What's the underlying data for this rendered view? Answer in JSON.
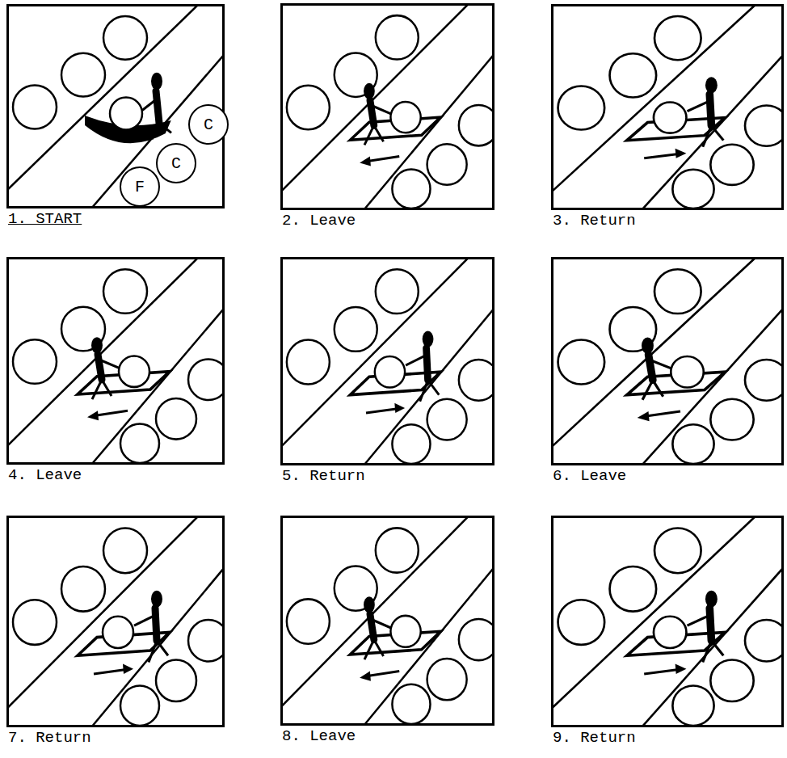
{
  "diagram": {
    "nodes": [
      {
        "text": [
          "1. START"
        ]
      },
      {
        "text": [
          "C"
        ],
        "in": 0
      },
      {
        "text": [
          "C"
        ],
        "in": 0
      },
      {
        "text": [
          "F"
        ],
        "in": 0
      },
      {
        "text": [
          "2. Leave"
        ]
      },
      {
        "text": [
          "3. Return"
        ]
      },
      {
        "text": [
          "4. Leave"
        ]
      },
      {
        "text": [
          "5. Return"
        ]
      },
      {
        "text": [
          "6. Leave"
        ]
      },
      {
        "text": [
          "7. Return"
        ]
      },
      {
        "text": [
          "8. Leave"
        ]
      },
      {
        "text": [
          "9. Return"
        ]
      }
    ]
  }
}
